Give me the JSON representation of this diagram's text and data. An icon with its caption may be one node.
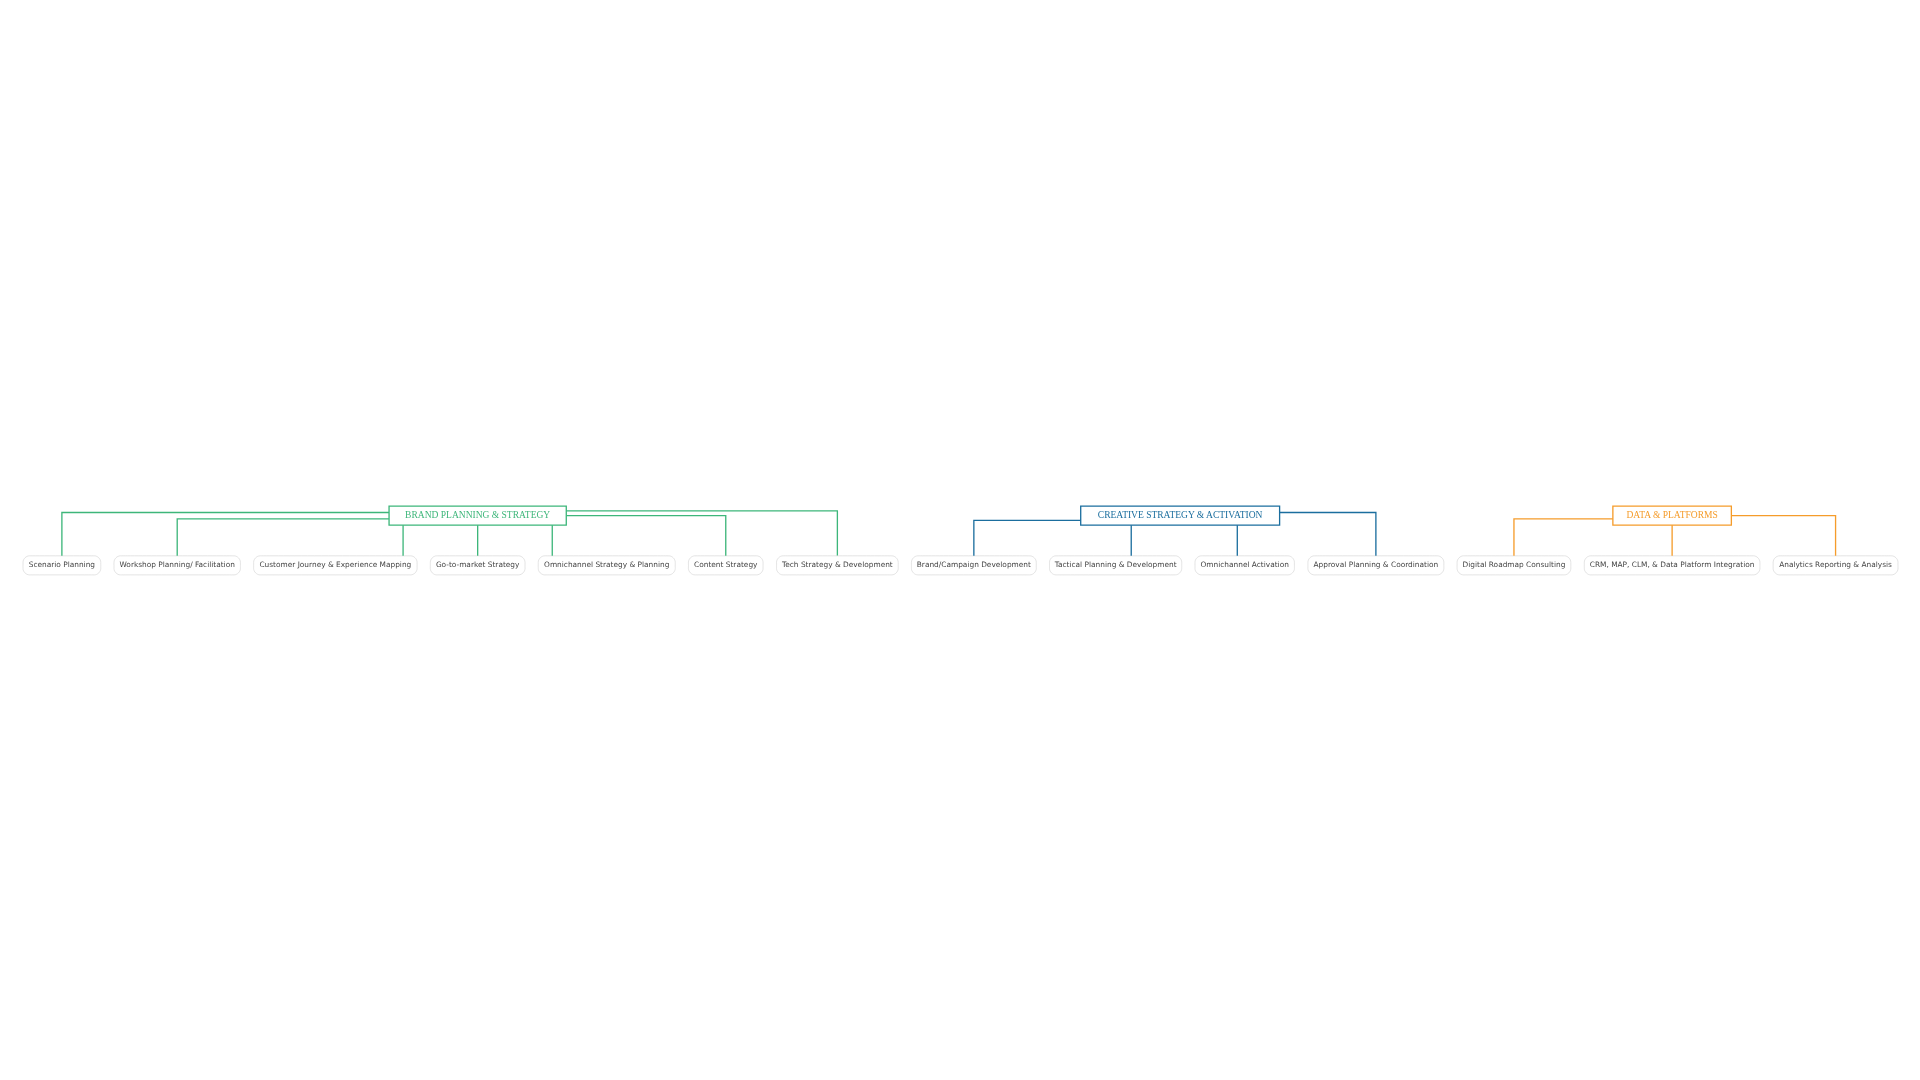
{
  "diagram": {
    "nodes": [
      {
        "text": [
          "BRAND PLANNING & STRATEGY"
        ]
      },
      {
        "text": [
          "Scenario Planning"
        ]
      },
      {
        "text": [
          "Workshop Planning/ Facilitation"
        ]
      },
      {
        "text": [
          "Customer Journey & Experience Mapping"
        ]
      },
      {
        "text": [
          "Go-to-market Strategy"
        ]
      },
      {
        "text": [
          "Omnichannel Strategy & Planning"
        ]
      },
      {
        "text": [
          "Content Strategy"
        ]
      },
      {
        "text": [
          "Tech Strategy & Development"
        ]
      },
      {
        "text": [
          "CREATIVE STRATEGY & ACTIVATION"
        ]
      },
      {
        "text": [
          "Brand/Campaign Development"
        ]
      },
      {
        "text": [
          "Tactical Planning & Development"
        ]
      },
      {
        "text": [
          "Omnichannel Activation"
        ]
      },
      {
        "text": [
          "Approval Planning & Coordination"
        ]
      },
      {
        "text": [
          "DATA & PLATFORMS"
        ]
      },
      {
        "text": [
          "Digital Roadmap Consulting"
        ]
      },
      {
        "text": [
          "CRM, MAP, CLM, & Data Platform Integration"
        ]
      },
      {
        "text": [
          "Analytics Reporting & Analysis"
        ]
      }
    ],
    "edges": [
      {
        "from": 0,
        "to": 1,
        "arrow": "none"
      },
      {
        "from": 0,
        "to": 2,
        "arrow": "none"
      },
      {
        "from": 0,
        "to": 3,
        "arrow": "none"
      },
      {
        "from": 0,
        "to": 4,
        "arrow": "none"
      },
      {
        "from": 0,
        "to": 5,
        "arrow": "none"
      },
      {
        "from": 0,
        "to": 6,
        "arrow": "none"
      },
      {
        "from": 0,
        "to": 7,
        "arrow": "none"
      },
      {
        "from": 8,
        "to": 9,
        "arrow": "none",
        "color": "#1b6e9e"
      },
      {
        "from": 8,
        "to": 10,
        "arrow": "none",
        "color": "#1b6e9e"
      },
      {
        "from": 8,
        "to": 11,
        "arrow": "none",
        "color": "#1b6e9e"
      },
      {
        "from": 8,
        "to": 12,
        "arrow": "none",
        "color": "#1b6e9e"
      },
      {
        "from": 13,
        "to": 14,
        "arrow": "none",
        "color": "#f59c2b"
      },
      {
        "from": 13,
        "to": 15,
        "arrow": "none",
        "color": "#f59c2b"
      },
      {
        "from": 13,
        "to": 16,
        "arrow": "none",
        "color": "#f59c2b"
      }
    ]
  }
}
